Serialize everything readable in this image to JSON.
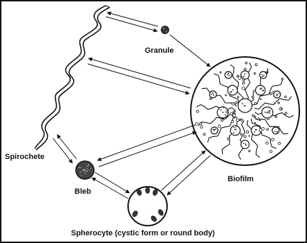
{
  "labels": {
    "granule": "Granule",
    "spirochete": "Spirochete",
    "biofilm": "Biofilm",
    "bleb": "Bleb",
    "spherocyte": "Spherocyte (cystic form or round body)"
  },
  "colors": {
    "ink": "#111111",
    "background": "#ffffff"
  },
  "relationships": [
    {
      "from": "spirochete",
      "to": "granule",
      "direction": "both"
    },
    {
      "from": "granule",
      "to": "biofilm",
      "direction": "to"
    },
    {
      "from": "spirochete",
      "to": "biofilm",
      "direction": "both"
    },
    {
      "from": "spirochete",
      "to": "bleb",
      "direction": "both"
    },
    {
      "from": "bleb",
      "to": "biofilm",
      "direction": "both"
    },
    {
      "from": "bleb",
      "to": "spherocyte",
      "direction": "both"
    },
    {
      "from": "spherocyte",
      "to": "biofilm",
      "direction": "both"
    }
  ]
}
